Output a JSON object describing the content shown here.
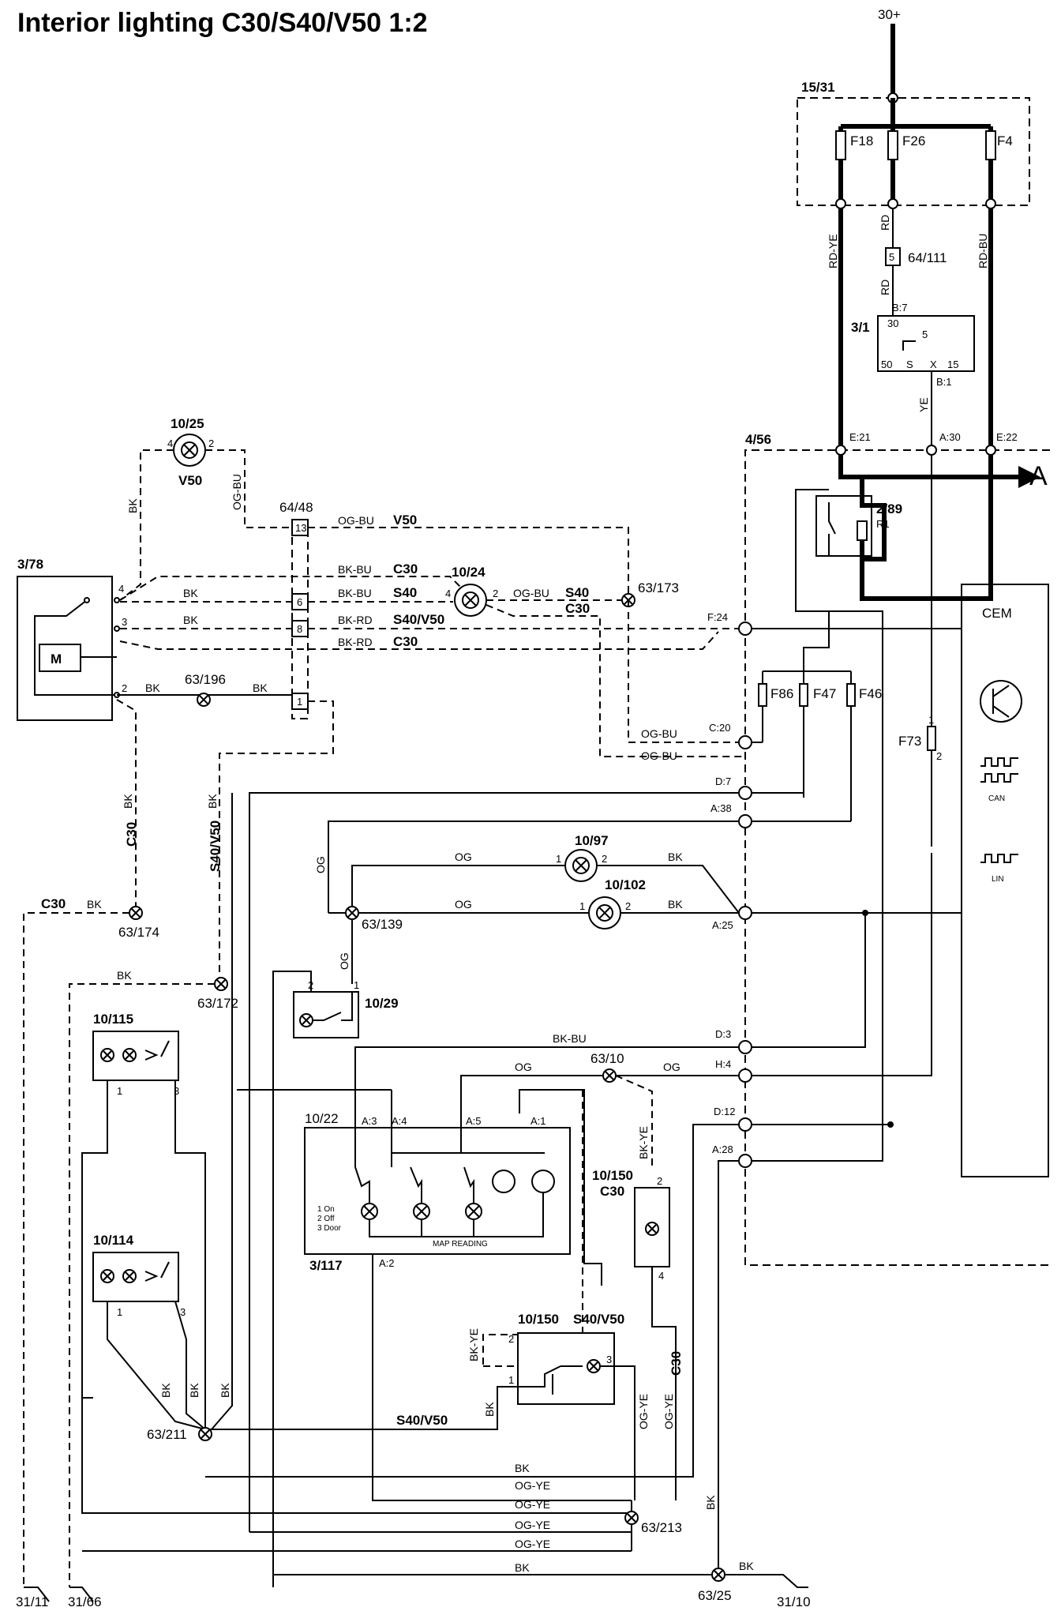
{
  "title": "Interior lighting C30/S40/V50 1:2",
  "supply": "30+",
  "components": {
    "fusebox": "15/31",
    "fuse_f18": "F18",
    "fuse_f26": "F26",
    "fuse_f4": "F4",
    "connector_64_111": "64/111",
    "connector_64_111_pin": "5",
    "ignition_switch": "3/1",
    "cem_box": "4/56",
    "relay": "2/89",
    "relay_r1": "R1",
    "cem_label": "CEM",
    "mirror_motor": "3/78",
    "lamp_10_25": "10/25",
    "lamp_10_25_model": "V50",
    "connector_64_48": "64/48",
    "lamp_10_24": "10/24",
    "ground_63_173": "63/173",
    "ground_63_196": "63/196",
    "fuse_f86": "F86",
    "fuse_f47": "F47",
    "fuse_f46": "F46",
    "fuse_f73": "F73",
    "lamp_10_97": "10/97",
    "lamp_10_102": "10/102",
    "splice_63_139": "63/139",
    "ground_63_174": "63/174",
    "ground_63_172": "63/172",
    "switch_10_29": "10/29",
    "lamp_10_115": "10/115",
    "splice_63_10": "63/10",
    "lamp_unit_10_22": "10/22",
    "lamp_unit_3_117": "3/117",
    "lamp_10_150_c30": "10/150",
    "lamp_10_150_c30_model": "C30",
    "lamp_10_114": "10/114",
    "lamp_10_150_s40": "10/150",
    "lamp_10_150_s40_model": "S40/V50",
    "splice_63_211": "63/211",
    "splice_63_213": "63/213",
    "ground_63_25": "63/25",
    "ground_31_11": "31/11",
    "ground_31_66": "31/66",
    "ground_31_10": "31/10",
    "arrow_ref": "A",
    "can_label": "CAN",
    "lin_label": "LIN",
    "map_reading": "MAP READING",
    "legend_on": "1 On",
    "legend_off": "2 Off",
    "legend_door": "3 Door"
  },
  "pins": {
    "e21": "E:21",
    "a30": "A:30",
    "e22": "E:22",
    "b7": "B:7",
    "b1": "B:1",
    "f24": "F:24",
    "c20": "C:20",
    "d7": "D:7",
    "a38": "A:38",
    "a25": "A:25",
    "d3": "D:3",
    "h4": "H:4",
    "d12": "D:12",
    "a28": "A:28",
    "a3": "A:3",
    "a4": "A:4",
    "a5": "A:5",
    "a1": "A:1",
    "a2": "A:2",
    "p30": "30",
    "p50": "50",
    "ps": "S",
    "px": "X",
    "p15": "15",
    "p5": "5",
    "c13": "13",
    "c6": "6",
    "c8": "8",
    "c1": "1"
  },
  "wires": {
    "rd_ye": "RD-YE",
    "rd": "RD",
    "rd_bu": "RD-BU",
    "ye": "YE",
    "bk": "BK",
    "og_bu": "OG-BU",
    "bk_bu": "BK-BU",
    "bk_rd": "BK-RD",
    "og": "OG",
    "og_ye": "OG-YE",
    "bk_ye": "BK-YE",
    "v50": "V50",
    "c30": "C30",
    "s40": "S40",
    "s40v50": "S40/V50"
  },
  "colors": {
    "line": "#000000",
    "background": "#ffffff"
  }
}
